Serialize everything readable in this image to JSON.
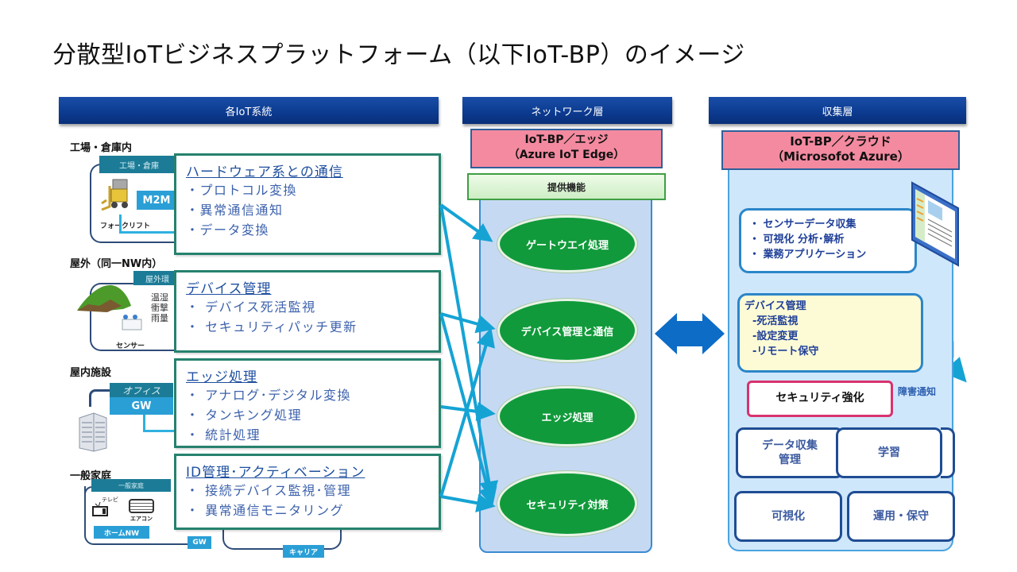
{
  "title": "分散型IoTビジネスプラットフォーム（以下IoT-BP）のイメージ",
  "columns": {
    "iot_systems": {
      "header": "各IoT系統",
      "categories": [
        {
          "label": "工場・倉庫内",
          "mini_header": "工場・倉庫",
          "chip": "M2M",
          "device_label": "フォークリフト"
        },
        {
          "label": "屋外（同一NW内）",
          "mini_header": "屋外環",
          "side_text": [
            "温湿",
            "衝撃",
            "雨量"
          ],
          "device_label": "センサー"
        },
        {
          "label": "屋内施設",
          "mini_header": "オフィス",
          "chip": "GW"
        },
        {
          "label": "一般家庭",
          "mini_header": "一般家庭",
          "devices": [
            "テレビ",
            "エアコン"
          ],
          "chip": "ホームNW",
          "gw_label": "GW",
          "carrier_label": "キャリア"
        }
      ],
      "function_boxes": [
        {
          "heading": "ハードウェア系との通信",
          "items": [
            "・プロトコル変換",
            "・異常通信通知",
            "・データ変換"
          ]
        },
        {
          "heading": "デバイス管理",
          "items": [
            "・ デバイス死活監視",
            "・ セキュリティパッチ更新"
          ]
        },
        {
          "heading": "エッジ処理",
          "items": [
            "・ アナログ･デジタル変換",
            "・ タンキング処理",
            "・ 統計処理"
          ]
        },
        {
          "heading": "ID管理･アクティベーション",
          "items": [
            "・ 接続デバイス監視･管理",
            "・ 異常通信モニタリング"
          ]
        }
      ]
    },
    "network_layer": {
      "header": "ネットワーク層",
      "product_line1": "IoT-BP／エッジ",
      "product_line2": "（Azure IoT Edge）",
      "provided_functions_label": "提供機能",
      "functions": [
        "ゲートウエイ処理",
        "デバイス管理と通信",
        "エッジ処理",
        "セキュリティ対策"
      ]
    },
    "collection_layer": {
      "header": "収集層",
      "product_line1": "IoT-BP／クラウド",
      "product_line2": "（Microsofot Azure）",
      "app_items": [
        "・ センサーデータ収集",
        "・ 可視化 分析･解析",
        "・ 業務アプリケーション"
      ],
      "device_mgmt": {
        "heading": "デバイス管理",
        "items": [
          "-死活監視",
          "-設定変更",
          "-リモート保守"
        ]
      },
      "security": "セキュリティ強化",
      "notification": "障害通知",
      "services": [
        "データ収集\n管理",
        "学習",
        "可視化",
        "運用・保守"
      ]
    }
  },
  "colors": {
    "header_blue": "#0b3a8f",
    "teal_border": "#26826e",
    "arrow_cyan": "#15a3d4",
    "ellipse_green": "#119a3b",
    "pink": "#f38aa0",
    "bidirectional_arrow": "#0c6cc6"
  }
}
